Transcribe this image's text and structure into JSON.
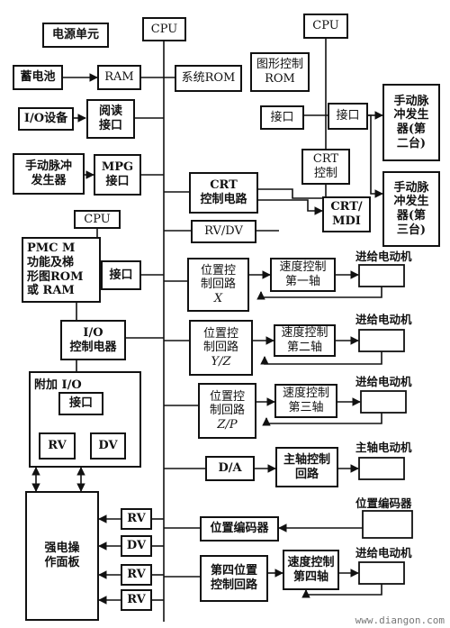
{
  "blocks": {
    "power_unit": "电源单元",
    "cpu_main": "CPU",
    "cpu_graphics": "CPU",
    "battery": "蓄电池",
    "ram": "RAM",
    "system_rom": "系统ROM",
    "graphics_rom": "图形控制\nROM",
    "io_device": "I/O设备",
    "read_interface": "阅读\n接口",
    "port_graphics_left": "接口",
    "port_graphics_right": "接口",
    "handwheel_2": "手动脉\n冲发生\n器(第\n二台)",
    "mpg_gen": "手动脉冲\n发生器",
    "mpg_interface": "MPG\n接口",
    "crt_control_small": "CRT\n控制",
    "crt_control_circuit": "CRT\n控制电路",
    "handwheel_3": "手动脉\n冲发生\n器(第\n三台)",
    "crt_mdi": "CRT/\nMDI",
    "cpu_pmc": "CPU",
    "rv_dv": "RV/DV",
    "pmc_memory": "PMC  M\n功能及梯\n形图ROM\n或 RAM",
    "port_pmc": "接口",
    "pos_x": "位置控\n制回路",
    "pos_x_axis": "X",
    "speed_1": "速度控制\n第一轴",
    "pos_yz": "位置控\n制回路",
    "pos_yz_axis": "Y/Z",
    "speed_2": "速度控制\n第二轴",
    "io_control": "I/O\n控制电器",
    "aux_io": "附加 I/O",
    "port_aux": "接口",
    "pos_zp": "位置控\n制回路",
    "pos_zp_axis": "Z/P",
    "speed_3": "速度控制\n第三轴",
    "rv_aux": "RV",
    "dv_aux": "DV",
    "da": "D/A",
    "spindle_control": "主轴控制\n回路",
    "panel": "强电操\n作面板",
    "rv_panel_1": "RV",
    "dv_panel": "DV",
    "rv_panel_2": "RV",
    "rv_panel_3": "RV",
    "pos_encoder_circuit": "位置编码器",
    "pos_4": "第四位置\n控制回路",
    "speed_4": "速度控制\n第四轴"
  },
  "labels": {
    "feed_motor_1": "进给电动机",
    "feed_motor_2": "进给电动机",
    "feed_motor_3": "进给电动机",
    "spindle_motor": "主轴电动机",
    "encoder": "位置编码器",
    "feed_motor_4": "进给电动机"
  },
  "watermark": "www.diangon.com"
}
